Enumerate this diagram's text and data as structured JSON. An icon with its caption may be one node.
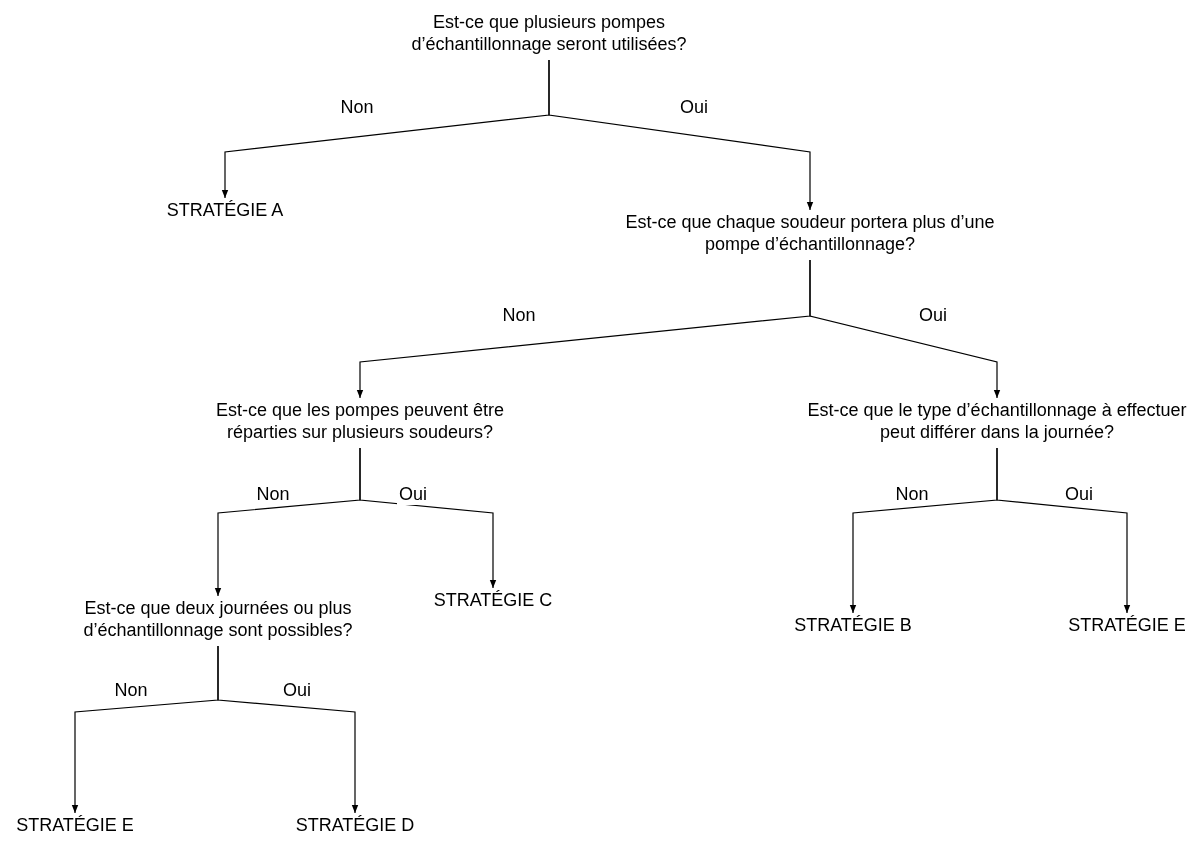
{
  "diagram": {
    "nodes": [
      {
        "text": [
          "Est-ce que plusieurs pompes d’échantillonnage seront utilisées?"
        ]
      },
      {
        "text": [
          "STRATÉGIE A"
        ]
      },
      {
        "text": [
          "Est-ce que chaque soudeur portera plus d’une pompe d’échantillonnage?"
        ]
      },
      {
        "text": [
          "Est-ce que les pompes peuvent être réparties sur plusieurs soudeurs?"
        ]
      },
      {
        "text": [
          "Est-ce que le type d’échantillonnage à effectuer peut différer dans la journée?"
        ]
      },
      {
        "text": [
          "Est-ce que deux journées ou plus d’échantillonnage sont possibles?"
        ]
      },
      {
        "text": [
          "STRATÉGIE C"
        ]
      },
      {
        "text": [
          "STRATÉGIE B"
        ]
      },
      {
        "text": [
          "STRATÉGIE E"
        ]
      },
      {
        "text": [
          "STRATÉGIE E"
        ]
      },
      {
        "text": [
          "STRATÉGIE D"
        ]
      }
    ],
    "edges": [
      {
        "from": 0,
        "to": 1,
        "arrow": "to",
        "label": "Non"
      },
      {
        "from": 0,
        "to": 2,
        "arrow": "to",
        "label": "Oui"
      },
      {
        "from": 2,
        "to": 3,
        "arrow": "to",
        "label": "Non"
      },
      {
        "from": 2,
        "to": 4,
        "arrow": "to",
        "label": "Oui"
      },
      {
        "from": 3,
        "to": 5,
        "arrow": "to",
        "label": "Non"
      },
      {
        "from": 3,
        "to": 6,
        "arrow": "to",
        "label": "Oui"
      },
      {
        "from": 4,
        "to": 7,
        "arrow": "to",
        "label": "Non"
      },
      {
        "from": 4,
        "to": 8,
        "arrow": "to",
        "label": "Oui"
      },
      {
        "from": 5,
        "to": 9,
        "arrow": "to",
        "label": "Non"
      },
      {
        "from": 5,
        "to": 10,
        "arrow": "to",
        "label": "Oui"
      }
    ]
  }
}
